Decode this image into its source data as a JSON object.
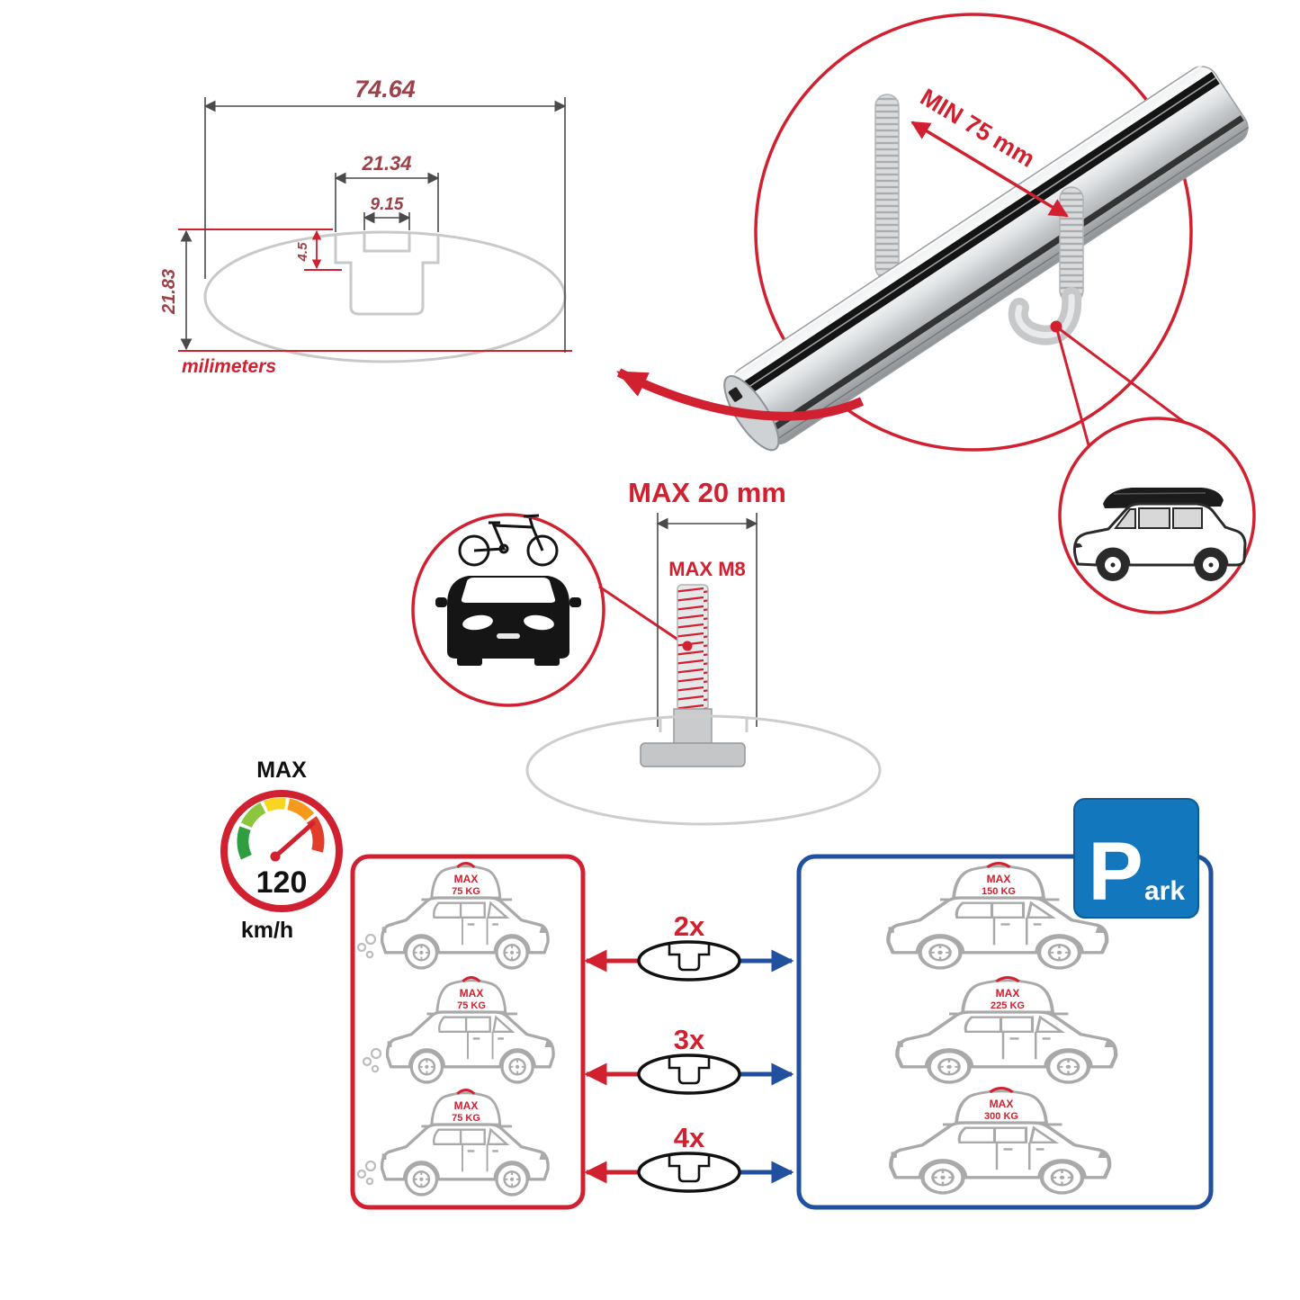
{
  "colors": {
    "red": "#d1202f",
    "dark_red": "#9c4147",
    "blue": "#21509e",
    "parking_blue": "#1277bd",
    "gray_outline": "#a9a9a9",
    "light_gray": "#cccccc",
    "black": "#1a1a1a"
  },
  "profile_dimensions": {
    "total_width": "74.64",
    "channel_width": "21.34",
    "slot_width": "9.15",
    "slot_depth": "4.5",
    "total_height": "21.83",
    "units": "milimeters"
  },
  "clamp": {
    "min_label": "MIN 75 mm"
  },
  "bolt": {
    "max_width_label": "MAX 20 mm",
    "thread_label": "MAX M8"
  },
  "speed_limit": {
    "title": "MAX",
    "value": "120",
    "units": "km/h"
  },
  "load_table": {
    "red_rows": [
      {
        "label": "MAX",
        "weight": "75 KG"
      },
      {
        "label": "MAX",
        "weight": "75 KG"
      },
      {
        "label": "MAX",
        "weight": "75 KG"
      }
    ],
    "multipliers": [
      "2x",
      "3x",
      "4x"
    ],
    "blue_rows": [
      {
        "label": "MAX",
        "weight": "150 KG"
      },
      {
        "label": "MAX",
        "weight": "225 KG"
      },
      {
        "label": "MAX",
        "weight": "300 KG"
      }
    ]
  },
  "parking": {
    "letter": "P",
    "rest": "ark"
  }
}
